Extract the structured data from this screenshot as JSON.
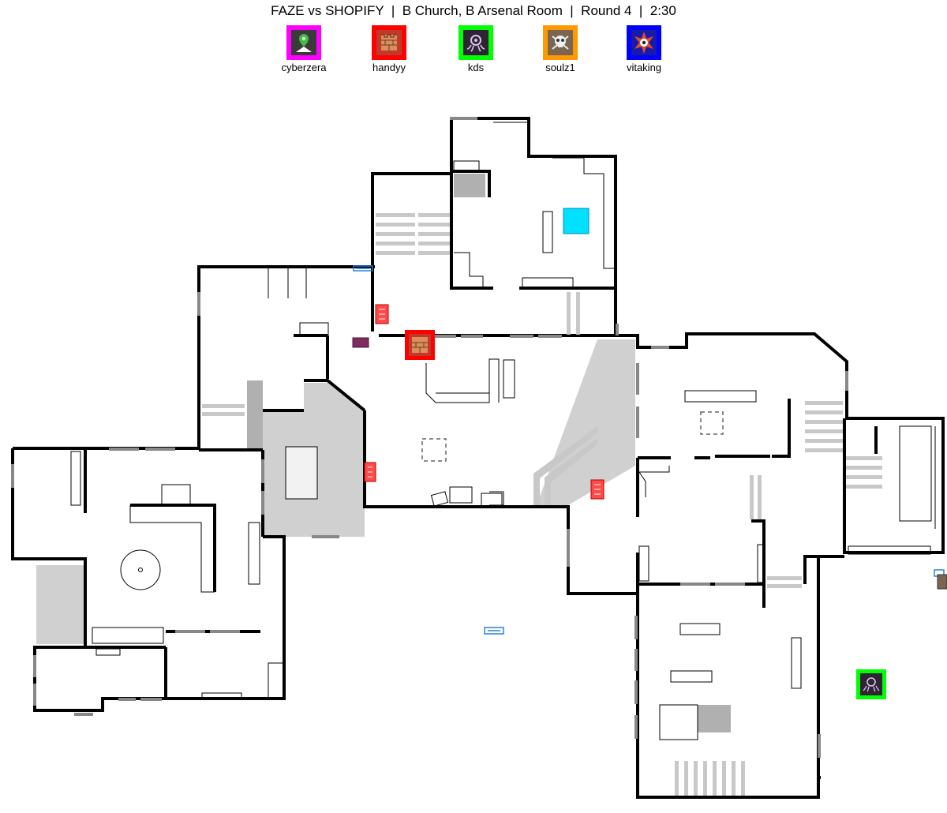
{
  "header": {
    "title": "FAZE vs SHOPIFY  |  B Church, B Arsenal Room  |  Round 4  |  2:30"
  },
  "operators": [
    {
      "name": "cyberzera",
      "color": "#ff00ff",
      "icon": "pin-map-icon"
    },
    {
      "name": "handyy",
      "color": "#ff0000",
      "icon": "fortress-wall-icon"
    },
    {
      "name": "kds",
      "color": "#00ff00",
      "icon": "octopus-icon"
    },
    {
      "name": "soulz1",
      "color": "#ff9900",
      "icon": "skull-icon"
    },
    {
      "name": "vitaking",
      "color": "#0000ff",
      "icon": "star-eye-icon"
    }
  ],
  "colors": {
    "wall": "#000000",
    "floor_fill": "#d0d0d0",
    "stairs": "#c8c8c8",
    "objective": "#00e0ff",
    "gadget_red": "#ff0000",
    "gadget_blue": "#1a7ad9"
  }
}
